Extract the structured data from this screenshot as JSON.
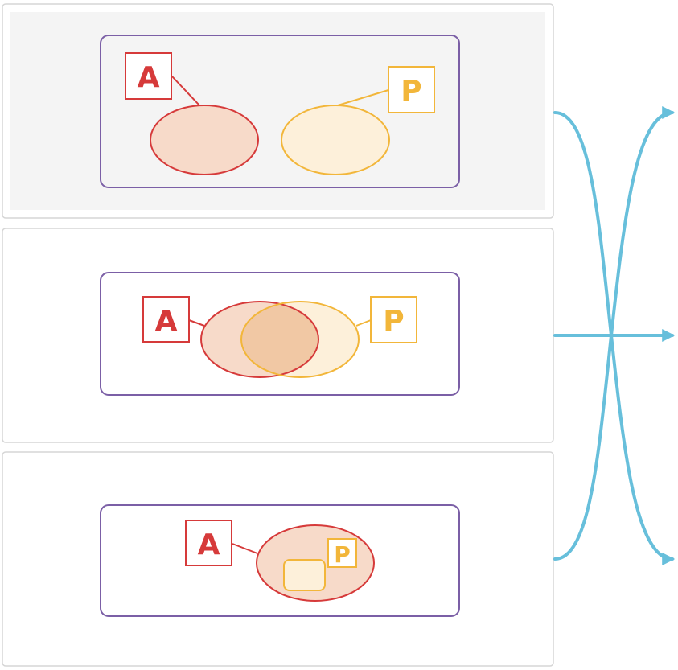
{
  "colors": {
    "agent": "#D63A3A",
    "agent_fill": "#F7DAC9",
    "patient": "#F2B63A",
    "patient_fill": "#FDF0DA",
    "overlap_fill": "#F1C8A4",
    "frame": "#7B5FA6",
    "panel_border": "#D6D6D6",
    "panel_bg_top": "#F4F4F4",
    "arrow": "#67BFDB"
  },
  "panels": [
    {
      "agent_label": "A",
      "patient_label": "P",
      "relation": "disjoint"
    },
    {
      "agent_label": "A",
      "patient_label": "P",
      "relation": "overlap"
    },
    {
      "agent_label": "A",
      "patient_label": "P",
      "relation": "contained"
    }
  ]
}
